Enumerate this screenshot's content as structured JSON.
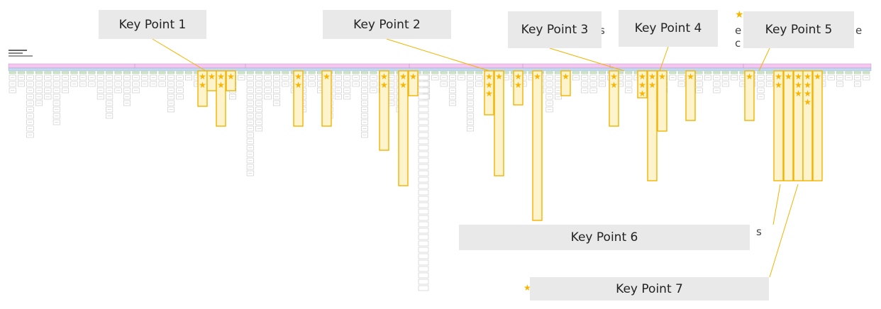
{
  "callouts": [
    {
      "id": "kp1",
      "label": "Key Point 1"
    },
    {
      "id": "kp2",
      "label": "Key Point 2"
    },
    {
      "id": "kp3",
      "label": "Key Point 3"
    },
    {
      "id": "kp4",
      "label": "Key Point 4"
    },
    {
      "id": "kp5",
      "label": "Key Point 5"
    },
    {
      "id": "kp6",
      "label": "Key Point 6"
    },
    {
      "id": "kp7",
      "label": "Key Point 7"
    }
  ],
  "fragments": [
    "s",
    "e",
    "c",
    "e",
    "s"
  ],
  "colors": {
    "highlight_border": "#f2b300",
    "highlight_fill": "#fdf3cc",
    "star": "#f7b500",
    "band_pink": "#f3c7ef",
    "band_blue": "#c4d9ef",
    "band_green": "#cfe8c8",
    "callout_bg": "#e9e9e9"
  },
  "legend": {
    "icon": "star-icon"
  }
}
